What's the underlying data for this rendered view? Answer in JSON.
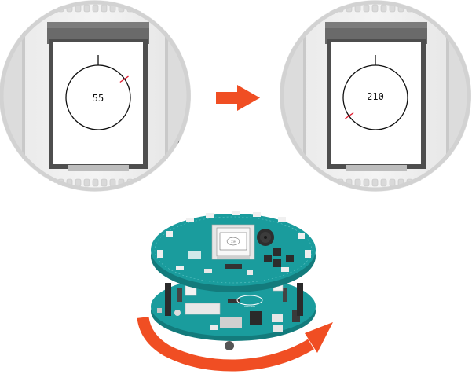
{
  "before_screen": {
    "value": "55",
    "needle_angle_deg": 55
  },
  "after_screen": {
    "value": "210",
    "needle_angle_deg": 235
  },
  "robot": {
    "mini_screen_value": "210",
    "board_logo": "ARDUINO"
  },
  "colors": {
    "board": "#1a9c9d",
    "board_dark": "#137b7c",
    "arrow": "#f04e23",
    "circle_frame": "#d2d2d2",
    "screen_frame": "#5a5a5a"
  },
  "icons": {
    "transition": "arrow-right-icon",
    "rotation": "rotation-arrow-icon"
  }
}
